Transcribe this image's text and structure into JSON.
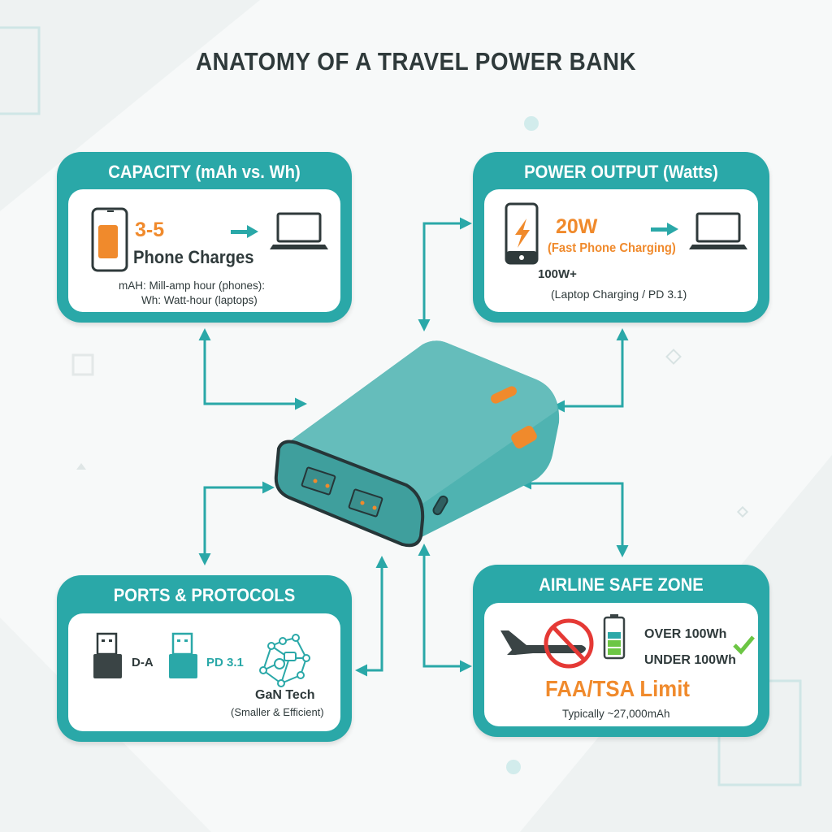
{
  "title": "ANATOMY OF A TRAVEL POWER BANK",
  "colors": {
    "teal": "#2aa8a8",
    "orange": "#f08a2c",
    "dark": "#2f3a3b",
    "red": "#e53935",
    "green": "#6cc644"
  },
  "capacity": {
    "header": "CAPACITY (mAh vs. Wh)",
    "value": "3-5",
    "label": "Phone Charges",
    "note_line1": "mAH: Mill-amp hour (phones):",
    "note_line2": "Wh: Watt-hour (laptops)",
    "icons": [
      "phone-battery-icon",
      "arrow-right-icon",
      "laptop-icon"
    ]
  },
  "power_output": {
    "header": "POWER OUTPUT (Watts)",
    "value": "20W",
    "value_label": "(Fast Phone Charging)",
    "laptop_value": "100W+",
    "laptop_label": "(Laptop Charging / PD 3.1)",
    "icons": [
      "phone-lightning-icon",
      "arrow-right-icon",
      "laptop-icon"
    ]
  },
  "ports": {
    "header": "PORTS & PROTOCOLS",
    "port1_label": "D-A",
    "port2_label": "PD 3.1",
    "gan_label": "GaN Tech",
    "gan_sub": "(Smaller & Efficient)",
    "icons": [
      "usb-a-icon",
      "usb-pd-icon",
      "gan-network-icon"
    ]
  },
  "airline": {
    "header": "AIRLINE SAFE ZONE",
    "over_label": "OVER 100Wh",
    "under_label": "UNDER 100Wh",
    "limit_label": "FAA/TSA Limit",
    "limit_sub": "Typically ~27,000mAh",
    "icons": [
      "airplane-icon",
      "prohibited-icon",
      "battery-icon",
      "checkmark-icon"
    ]
  }
}
